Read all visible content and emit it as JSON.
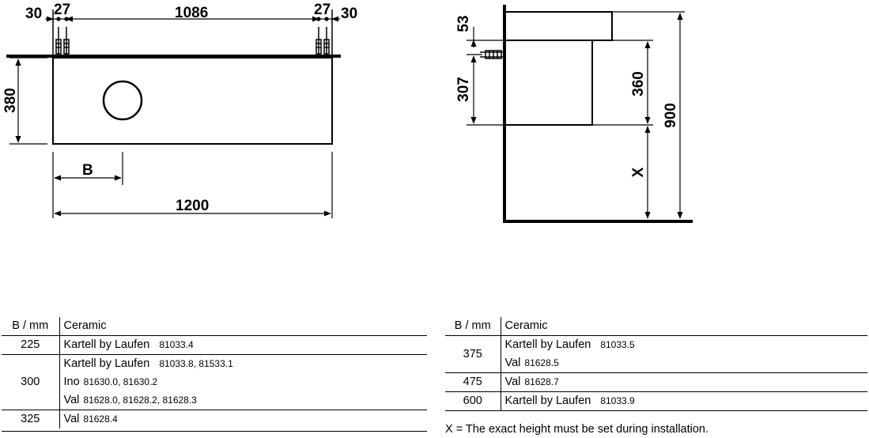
{
  "front_view": {
    "dim_wall_left": "30",
    "dim_anchor_left": "27",
    "dim_anchor_span": "1086",
    "dim_anchor_right": "27",
    "dim_wall_right": "30",
    "dim_depth": "380",
    "dim_b": "B",
    "dim_width": "1200"
  },
  "side_view": {
    "dim_top": "53",
    "dim_307": "307",
    "dim_360": "360",
    "dim_900": "900",
    "dim_x": "X"
  },
  "table_left": {
    "header_b": "B / mm",
    "header_ceramic": "Ceramic",
    "rows": [
      {
        "b": "225",
        "lines": [
          {
            "name": "Kartell by Laufen",
            "codes": "81033.4"
          }
        ]
      },
      {
        "b": "300",
        "lines": [
          {
            "name": "Kartell by Laufen",
            "codes": "81033.8,  81533.1"
          },
          {
            "name": "Ino",
            "codes": "81630.0,  81630.2"
          },
          {
            "name": "Val",
            "codes": "81628.0,  81628.2,  81628.3"
          }
        ]
      },
      {
        "b": "325",
        "lines": [
          {
            "name": "Val",
            "codes": "81628.4"
          }
        ]
      }
    ]
  },
  "table_right": {
    "header_b": "B / mm",
    "header_ceramic": "Ceramic",
    "rows": [
      {
        "b": "375",
        "lines": [
          {
            "name": "Kartell by Laufen",
            "codes": "81033.5"
          },
          {
            "name": "Val",
            "codes": "81628.5"
          }
        ]
      },
      {
        "b": "475",
        "lines": [
          {
            "name": "Val",
            "codes": "81628.7"
          }
        ]
      },
      {
        "b": "600",
        "lines": [
          {
            "name": "Kartell by Laufen",
            "codes": "81033.9"
          }
        ]
      }
    ]
  },
  "note": "X = The exact height must be set during installation."
}
